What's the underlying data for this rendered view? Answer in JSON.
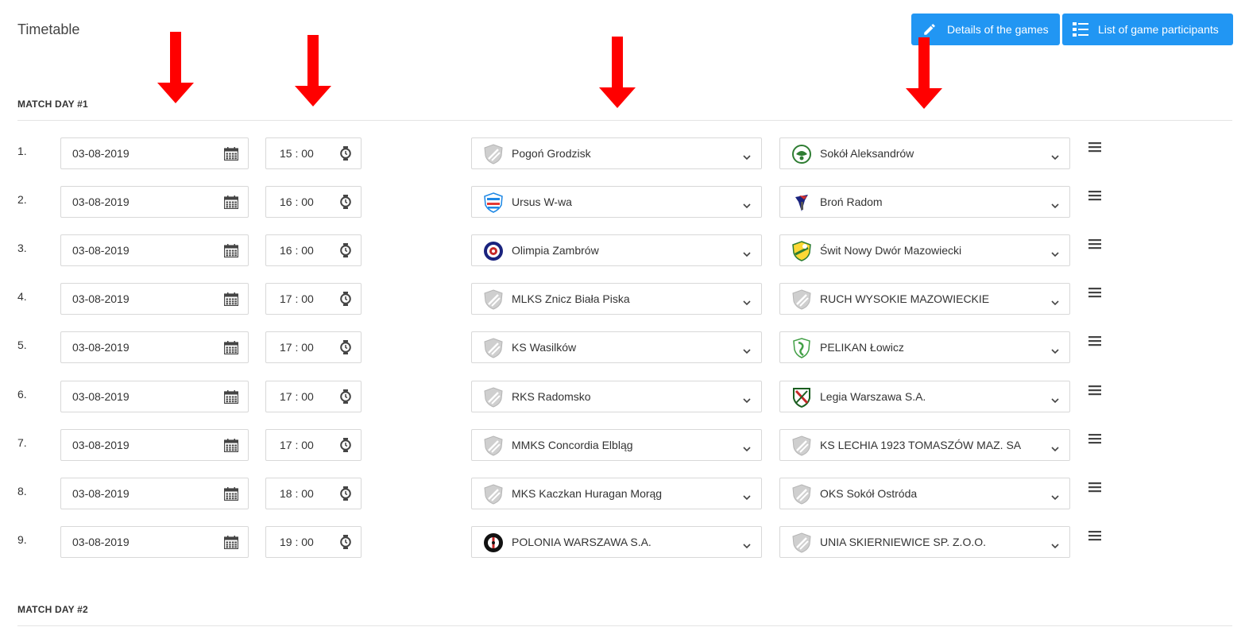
{
  "page": {
    "title": "Timetable"
  },
  "toolbar": {
    "details_label": "Details of the games",
    "participants_label": "List of game participants"
  },
  "colors": {
    "accent": "#2196f3",
    "arrow": "#ff0000"
  },
  "match_days": [
    {
      "label": "MATCH DAY #1"
    },
    {
      "label": "MATCH DAY #2"
    }
  ],
  "matches": [
    {
      "num": "1.",
      "date": "03-08-2019",
      "time": "15 : 00",
      "home": "Pogoń Grodzisk",
      "home_logo": "generic-crest-icon",
      "away": "Sokół Aleksandrów",
      "away_logo": "sokol-crest-icon"
    },
    {
      "num": "2.",
      "date": "03-08-2019",
      "time": "16 : 00",
      "home": "Ursus W-wa",
      "home_logo": "ursus-crest-icon",
      "away": "Broń Radom",
      "away_logo": "bron-crest-icon"
    },
    {
      "num": "3.",
      "date": "03-08-2019",
      "time": "16 : 00",
      "home": "Olimpia Zambrów",
      "home_logo": "olimpia-crest-icon",
      "away": "Świt Nowy Dwór Mazowiecki",
      "away_logo": "swit-crest-icon"
    },
    {
      "num": "4.",
      "date": "03-08-2019",
      "time": "17 : 00",
      "home": "MLKS Znicz Biała Piska",
      "home_logo": "generic-crest-icon",
      "away": "RUCH WYSOKIE MAZOWIECKIE",
      "away_logo": "generic-crest-icon"
    },
    {
      "num": "5.",
      "date": "03-08-2019",
      "time": "17 : 00",
      "home": "KS Wasilków",
      "home_logo": "generic-crest-icon",
      "away": "PELIKAN Łowicz",
      "away_logo": "pelikan-crest-icon"
    },
    {
      "num": "6.",
      "date": "03-08-2019",
      "time": "17 : 00",
      "home": "RKS Radomsko",
      "home_logo": "generic-crest-icon",
      "away": "Legia Warszawa S.A.",
      "away_logo": "legia-crest-icon"
    },
    {
      "num": "7.",
      "date": "03-08-2019",
      "time": "17 : 00",
      "home": "MMKS Concordia Elbląg",
      "home_logo": "generic-crest-icon",
      "away": "KS LECHIA 1923 TOMASZÓW MAZ. SA",
      "away_logo": "generic-crest-icon"
    },
    {
      "num": "8.",
      "date": "03-08-2019",
      "time": "18 : 00",
      "home": "MKS Kaczkan Huragan Morąg",
      "home_logo": "generic-crest-icon",
      "away": "OKS Sokół Ostróda",
      "away_logo": "generic-crest-icon"
    },
    {
      "num": "9.",
      "date": "03-08-2019",
      "time": "19 : 00",
      "home": "POLONIA WARSZAWA S.A.",
      "home_logo": "polonia-crest-icon",
      "away": "UNIA SKIERNIEWICE SP. Z.O.O.",
      "away_logo": "generic-crest-icon"
    }
  ]
}
